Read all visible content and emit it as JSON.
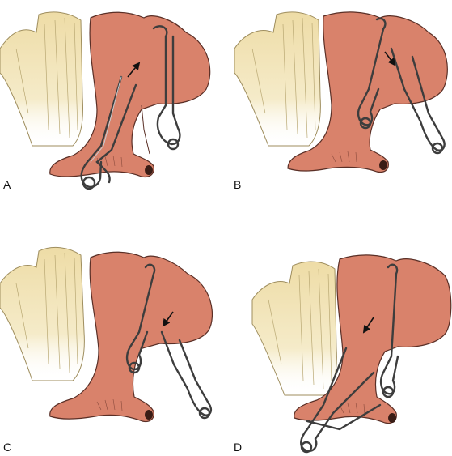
{
  "panels": [
    {
      "label": "A"
    },
    {
      "label": "B"
    },
    {
      "label": "C"
    },
    {
      "label": "D"
    }
  ],
  "colors": {
    "vessel_fill": "#d9826b",
    "vessel_stroke": "#5a2f26",
    "ridge_fill": "#f1e2b0",
    "ridge_stroke": "#9f8e5e",
    "clip_stroke": "#3d3d3d",
    "clip_fill": "#c9cccf",
    "arrow": "#111111"
  },
  "icons": {
    "arrow": "arrow-icon",
    "clip": "towel-clip-icon"
  }
}
